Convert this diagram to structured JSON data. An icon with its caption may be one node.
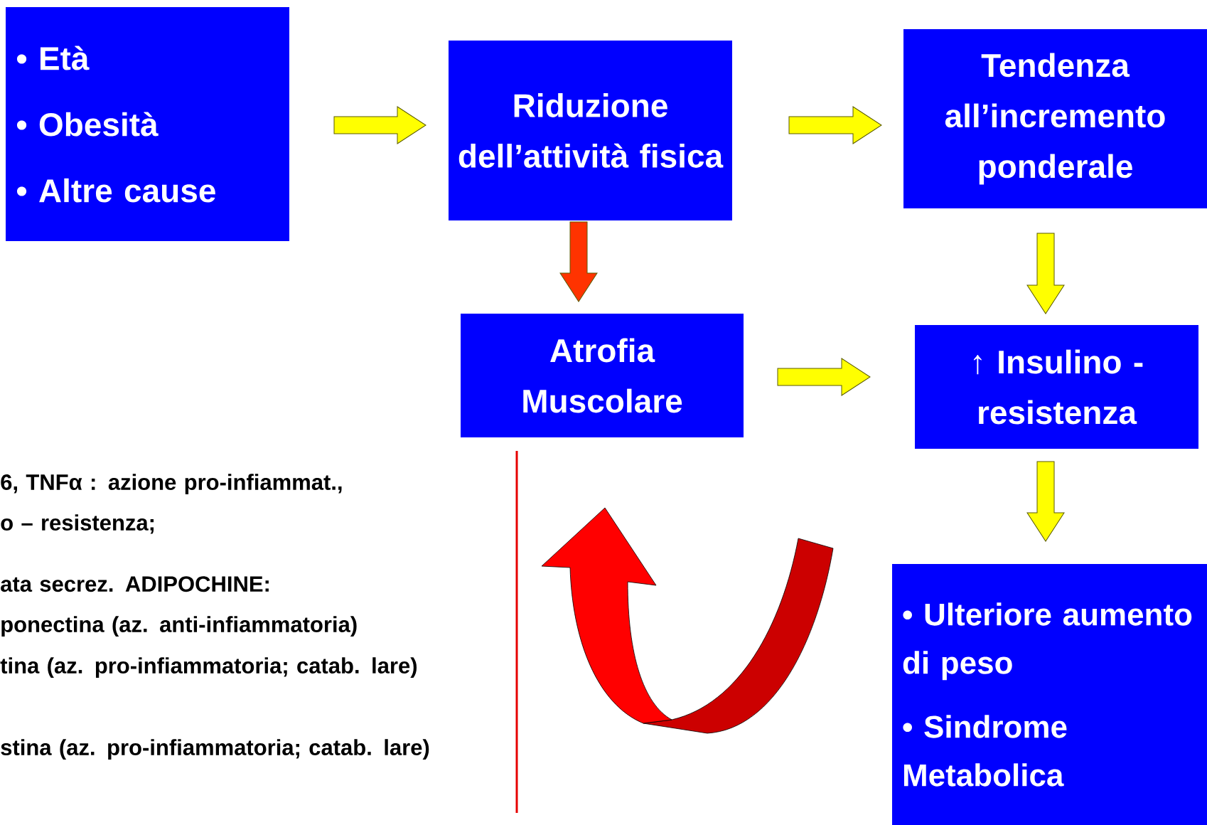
{
  "diagram": {
    "nodes": [
      {
        "text": [
          "• Età",
          "• Obesità",
          "• Altre cause"
        ]
      },
      {
        "text": [
          "Riduzione dell’attività fisica"
        ]
      },
      {
        "text": [
          "Tendenza all’incremento ponderale"
        ]
      },
      {
        "text": [
          "Atrofia Muscolare"
        ]
      },
      {
        "text": [
          "↑ Insulino - resistenza"
        ]
      },
      {
        "text": [
          "• Ulteriore aumento di peso",
          "• Sindrome Metabolica"
        ]
      }
    ],
    "edges": [
      {
        "from": 0,
        "to": 1,
        "arrow": "to"
      },
      {
        "from": 1,
        "to": 2,
        "arrow": "to"
      },
      {
        "from": 1,
        "to": 3,
        "arrow": "to",
        "color": "#ff3300"
      },
      {
        "from": 2,
        "to": 4,
        "arrow": "to"
      },
      {
        "from": 3,
        "to": 4,
        "arrow": "to"
      },
      {
        "from": 4,
        "to": 5,
        "arrow": "to"
      }
    ],
    "labels": [
      "6, TNFα : azione pro-infiammat.,",
      "o – resistenza;",
      "ata secrez. ADIPOCHINE:",
      "ponectina (az. anti-infiammatoria)",
      "tina (az. pro-infiammatoria; catab. lare)",
      "stina (az. pro-infiammatoria; catab. lare)"
    ]
  }
}
